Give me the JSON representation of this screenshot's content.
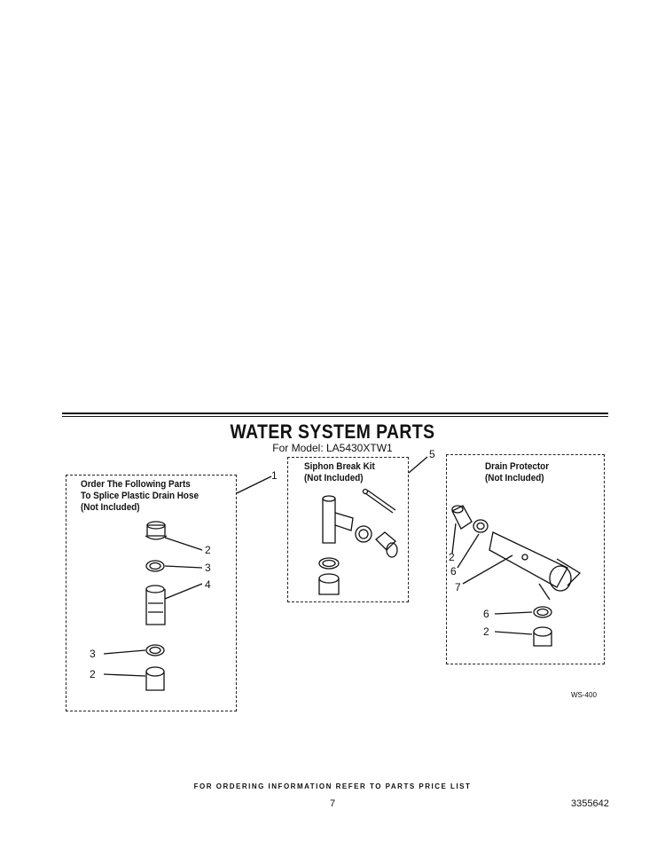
{
  "title": "WATER SYSTEM PARTS",
  "subtitle": "For Model: LA5430XTW1",
  "groups": {
    "splice": {
      "callout": "1",
      "lines": [
        "Order The Following Parts",
        "To Splice Plastic Drain Hose",
        "(Not Included)"
      ]
    },
    "siphon": {
      "callout": "5",
      "lines": [
        "Siphon Break Kit",
        "(Not Included)"
      ]
    },
    "drain": {
      "lines": [
        "Drain Protector",
        "(Not Included)"
      ]
    }
  },
  "callouts": {
    "a": "2",
    "b": "3",
    "c": "4",
    "d": "3",
    "e": "2",
    "f": "2",
    "g": "6",
    "h": "7",
    "i": "6",
    "j": "2"
  },
  "figure_code": "WS-400",
  "footer": "FOR ORDERING INFORMATION REFER TO PARTS PRICE LIST",
  "page_number": "7",
  "doc_number": "3355642"
}
